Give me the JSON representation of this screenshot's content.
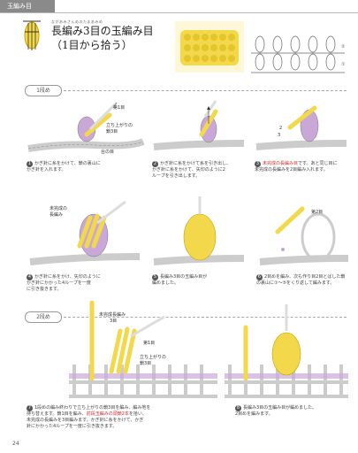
{
  "header": {
    "tab_label": "玉編み目"
  },
  "title": {
    "ruby": "ながあみさんめのたまあみめ",
    "line1": "長編み3目の玉編み目",
    "line2": "（1目から拾う）"
  },
  "sections": {
    "row1_label": "1段め",
    "row2_label": "2段め"
  },
  "steps": [
    {
      "num": "1",
      "text_a": "かぎ針に糸をかけて、鎖の裏山に",
      "text_b": "かぎ針を入れます。"
    },
    {
      "num": "2",
      "text_a": "かぎ針に糸をかけて糸を引き出し、",
      "text_b": "かぎ針に糸をかけて、矢印のように2",
      "text_c": "ループを引き出します。"
    },
    {
      "num": "3",
      "text_red": "未完成の長編み目",
      "text_a": "です。あと同じ目に",
      "text_b": "未完成の長編みを2目編み入れます。"
    },
    {
      "num": "4",
      "text_a": "かぎ針に糸をかけ、矢印のように",
      "text_b": "かぎ針にかかった4ループを一度",
      "text_c": "に引き抜きます。"
    },
    {
      "num": "5",
      "text_a": "長編み3目の玉編み目が",
      "text_b": "編めました。"
    },
    {
      "num": "6",
      "text_a": "2目めを編み、次も作り目2目とばした鎖",
      "text_b": "の裏山に①～⑤をくり返して編みます。"
    },
    {
      "num": "7",
      "text_a": "1段めの編み終わりで立ち上がりの鎖3目を編み、編み地を",
      "text_b": "持ち替えます。鎖1目を編み、",
      "text_red": "前段玉編みの頭鎖2本",
      "text_c": "を拾い、",
      "text_d": "未完成の長編みを3目編みます。かぎ針に糸をかけて、かぎ",
      "text_e": "針にかかった4ループを一度に引き抜きます。"
    },
    {
      "num": "8",
      "text_a": "長編み3目の玉編み目が編めました。",
      "text_b": "2目めを編みます。"
    }
  ],
  "labels": {
    "row1_stitch": "第1目",
    "tsc": "立ち上がりの",
    "tsc2": "鎖3目",
    "base": "台の目",
    "unfinished": "未完成の",
    "unfinished2": "長編み",
    "second": "第2目",
    "unfinished3": "未完成長編み",
    "three": "3目",
    "first": "第1目",
    "tsc3": "立ち上がりの",
    "tsc4": "鎖3目"
  },
  "page": {
    "number": "24"
  },
  "colors": {
    "yellow": "#f2d84a",
    "purple": "#c9a8d8",
    "gray": "#8a8a8a",
    "red": "#d03030"
  }
}
